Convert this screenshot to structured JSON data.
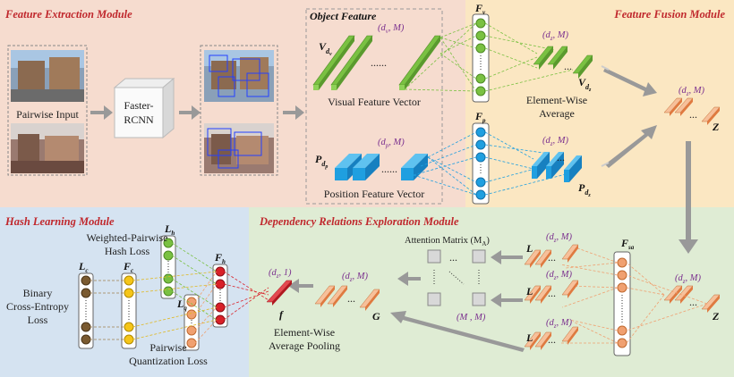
{
  "modules": {
    "feature_extraction": "Feature Extraction Module",
    "feature_fusion": "Feature Fusion Module",
    "hash_learning": "Hash Learning Module",
    "dependency": "Dependency Relations Exploration Module"
  },
  "labels": {
    "pairwise_input": "Pairwise Input",
    "faster_rcnn_1": "Faster-",
    "faster_rcnn_2": "RCNN",
    "object_feature": "Object Feature",
    "visual_vector": "Visual Feature Vector",
    "position_vector": "Position Feature Vector",
    "element_wise_1": "Element-Wise",
    "element_wise_2": "Average",
    "attention_matrix": "Attention Matrix (M",
    "attention_matrix_sub": "A",
    "attention_matrix_end": ")",
    "ewap_1": "Element-Wise",
    "ewap_2": "Average Pooling",
    "weighted_1": "Weighted-Pairwise",
    "weighted_2": "Hash Loss",
    "binary_1": "Binary",
    "binary_2": "Cross-Entropy",
    "binary_3": "Loss",
    "pq_1": "Pairwise",
    "pq_2": "Quantization Loss",
    "dots": "......",
    "dots_short": "..."
  },
  "symbols": {
    "V": "V",
    "V_sub": "d",
    "V_subsub": "v",
    "P": "P",
    "P_sub": "d",
    "P_subsub": "p",
    "Fv": "F",
    "Fv_sub": "v",
    "Fp": "F",
    "Fp_sub": "p",
    "Vdz": "V",
    "Vdz_sub": "d",
    "Vdz_subsub": "z",
    "Pdz": "P",
    "Pdz_sub": "d",
    "Pdz_subsub": "z",
    "Z": "Z",
    "L": "L",
    "Fsa": "F",
    "Fsa_sub": "sa",
    "G": "G",
    "f": "f",
    "Fh": "F",
    "Fh_sub": "h",
    "Lh": "L",
    "Lh_sub": "h",
    "Lc": "L",
    "Lc_sub": "c",
    "Fc": "F",
    "Fc_sub": "c",
    "Lq": "L",
    "Lq_sub": "q"
  },
  "dims": {
    "dvM": "(d",
    "dvM_sub": "v",
    "dvM_end": ", M)",
    "dpM": "(d",
    "dpM_sub": "p",
    "dpM_end": ", M)",
    "dzM": "(d",
    "dzM_sub": "z",
    "dzM_end": ", M)",
    "dz1": "(d",
    "dz1_sub": "z",
    "dz1_end": ", 1)",
    "MM": "(M , M)"
  },
  "colors": {
    "extraction_bg": "#f6dccf",
    "fusion_bg": "#fbe7c2",
    "hash_bg": "#d5e3f1",
    "dependency_bg": "#dfecd4",
    "green": "#7ac142",
    "blue": "#1f9fe0",
    "orange": "#f0a070",
    "red": "#d92028",
    "yellow": "#f5c518",
    "brown": "#7a5a30",
    "title": "#c0282d"
  }
}
